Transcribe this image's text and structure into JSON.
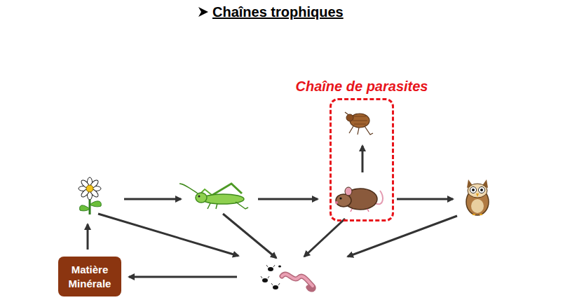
{
  "diagram": {
    "title": "Chaînes trophiques",
    "nodes": [
      {
        "text": [
          "Chaîne de parasites"
        ]
      },
      {
        "text": [
          "Matière Minérale"
        ]
      }
    ]
  }
}
